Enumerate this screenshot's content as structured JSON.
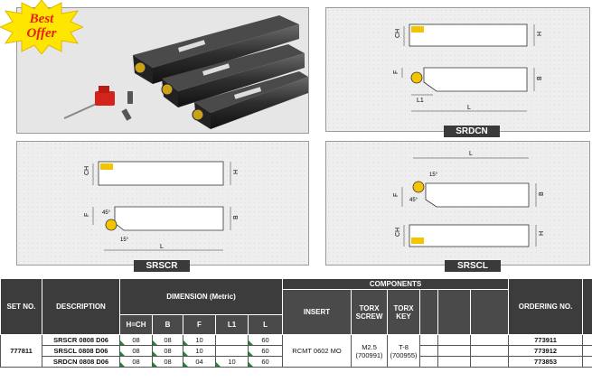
{
  "badge": {
    "line1": "Best",
    "line2": "Offer"
  },
  "panels": {
    "srdcn": {
      "caption": "SRDCN"
    },
    "srscr": {
      "caption": "SRSCR"
    },
    "srscl": {
      "caption": "SRSCL"
    }
  },
  "dims": {
    "ch": "CH",
    "h": "H",
    "f": "F",
    "b": "B",
    "l": "L",
    "l1": "L1",
    "a45": "45°",
    "a15": "15°"
  },
  "table": {
    "group_components": "COMPONENTS",
    "h_set_no": "SET NO.",
    "h_description": "DESCRIPTION",
    "h_dimension": "DIMENSION (Metric)",
    "h_insert": "INSERT",
    "h_torx_screw": "TORX SCREW",
    "h_torx_key": "TORX KEY",
    "h_ordering": "ORDERING NO.",
    "dim_cols": [
      "H=CH",
      "B",
      "F",
      "L1",
      "L"
    ],
    "set_no": "777811",
    "insert": "RCMT 0602 MO",
    "screw_1": "M2.5",
    "screw_2": "(700991)",
    "key_1": "T-8",
    "key_2": "(700955)",
    "rows": [
      {
        "desc": "SRSCR 0808 D06",
        "h": "08",
        "b": "08",
        "f": "10",
        "l1": "",
        "l": "60",
        "order": "773911"
      },
      {
        "desc": "SRSCL 0808 D06",
        "h": "08",
        "b": "08",
        "f": "10",
        "l1": "",
        "l": "60",
        "order": "773912"
      },
      {
        "desc": "SRDCN 0808 D06",
        "h": "08",
        "b": "08",
        "f": "04",
        "l1": "10",
        "l": "60",
        "order": "773853"
      }
    ]
  }
}
